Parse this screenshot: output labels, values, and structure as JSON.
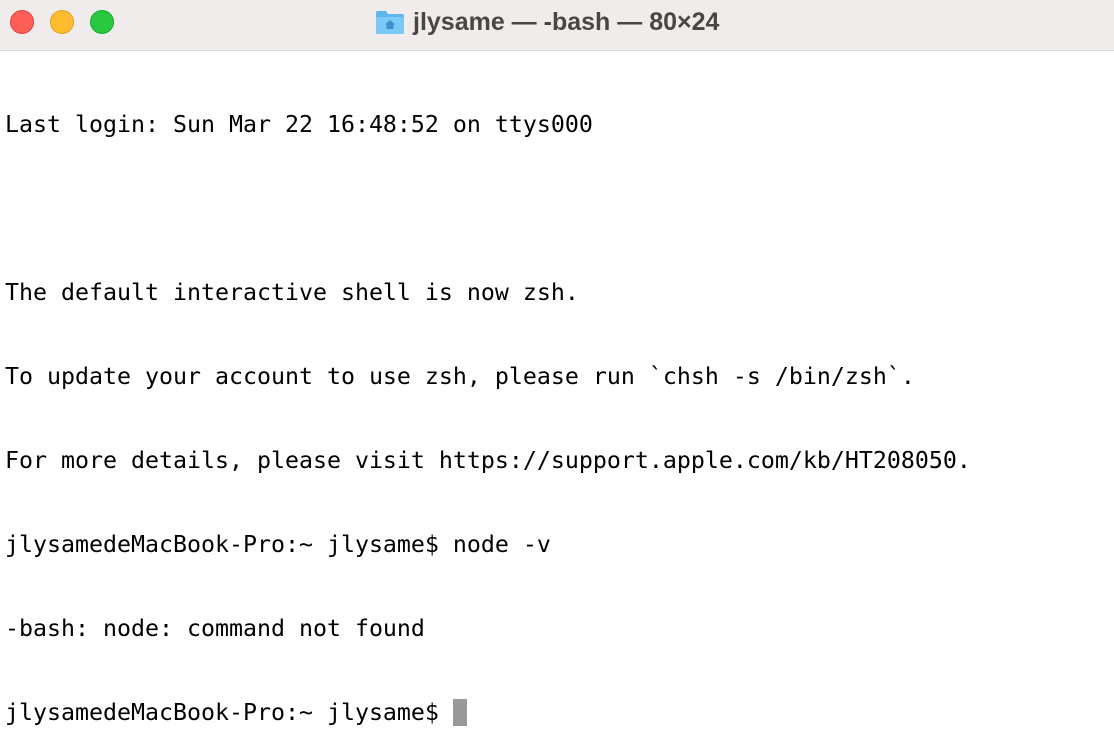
{
  "window": {
    "title": "jlysame — -bash — 80×24",
    "icon": "home-folder-icon"
  },
  "terminal": {
    "lines": [
      "Last login: Sun Mar 22 16:48:52 on ttys000",
      "",
      "The default interactive shell is now zsh.",
      "To update your account to use zsh, please run `chsh -s /bin/zsh`.",
      "For more details, please visit https://support.apple.com/kb/HT208050.",
      "jlysamedeMacBook-Pro:~ jlysame$ node -v",
      "-bash: node: command not found"
    ],
    "prompt": "jlysamedeMacBook-Pro:~ jlysame$ "
  },
  "colors": {
    "close": "#fe5f57",
    "minimize": "#febc2e",
    "maximize": "#28c840",
    "cursor": "#999999"
  }
}
